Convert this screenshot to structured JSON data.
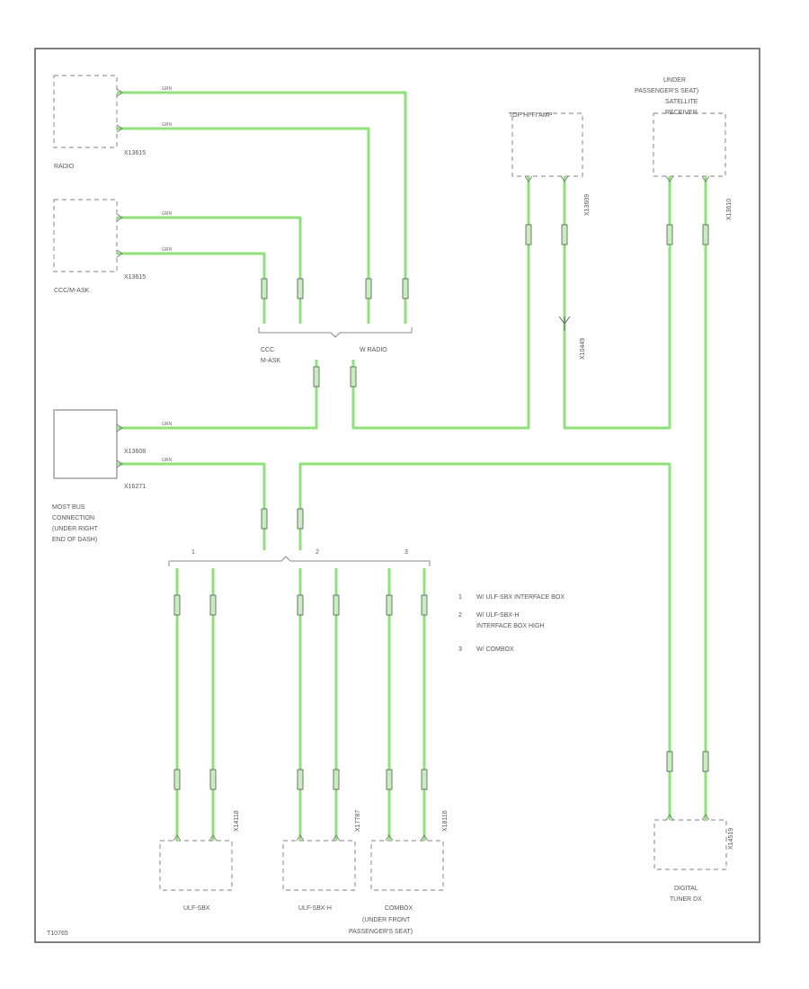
{
  "colors": {
    "wire": "#8fe07a",
    "wire_edge": "#4aa84a",
    "border": "#555555",
    "component": "#9a9a9a"
  },
  "components": {
    "radio": "RADIO",
    "ccc_head": "CCC/M-ASK",
    "most_bus": [
      "MOST BUS",
      "CONNECTION",
      "(UNDER RIGHT",
      "END OF DASH)"
    ],
    "top_hifi": "TOP HI-FI AMP",
    "satellite": [
      "UNDER",
      "PASSENGER'S SEAT)",
      "SATELLITE",
      "RECEIVER"
    ],
    "ulf_sbx": "ULF-SBX",
    "ulf_sbx_h": "ULF-SBX-H",
    "combox": [
      "COMBOX",
      "(UNDER FRONT",
      "PASSENGER'S SEAT)"
    ],
    "digital_tuner": [
      "DIGITAL",
      "TUNER DX"
    ]
  },
  "connectors": {
    "radio": "X13615",
    "ccc": "X13615",
    "most_a": "X13608",
    "most_b": "X16271",
    "top_hifi": "X13609",
    "satellite": "X13610",
    "ulf_sbx": "X14118",
    "ulf_sbx_h": "X17787",
    "combox": "X18116",
    "digital_tuner": "X14519",
    "inline": "X10449"
  },
  "branch_labels": {
    "ccc": [
      "CCC",
      "M-ASK"
    ],
    "radio": "W RADIO",
    "b1": "1",
    "b2": "2",
    "b3": "3"
  },
  "legend": [
    {
      "num": "1",
      "lines": [
        "W/ ULF-SBX INTERFACE BOX"
      ]
    },
    {
      "num": "2",
      "lines": [
        "W/ ULF-SBX-H",
        "INTERFACE BOX HIGH"
      ]
    },
    {
      "num": "3",
      "lines": [
        "W/ COMBOX"
      ]
    }
  ],
  "wire_label": "GRN",
  "page_id": "T10765"
}
